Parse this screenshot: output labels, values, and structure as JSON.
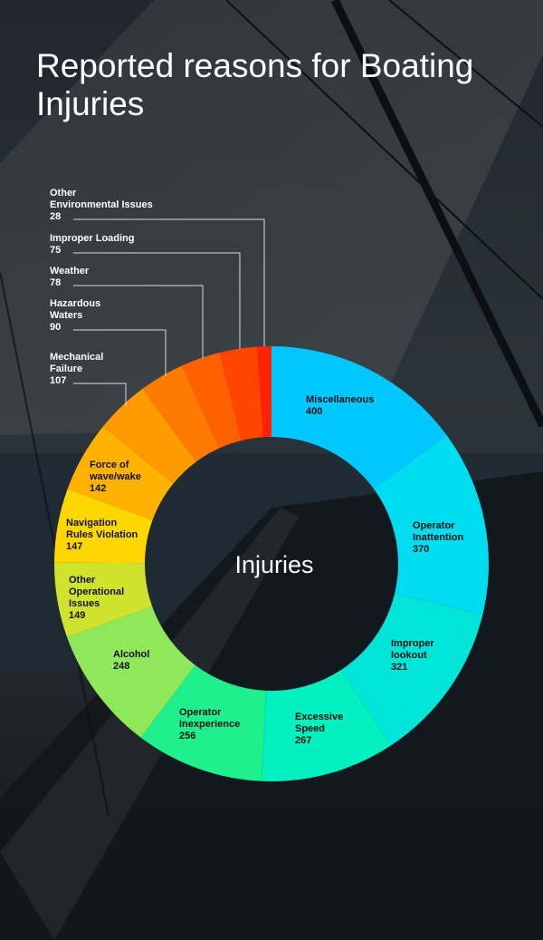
{
  "title": "Reported reasons for Boating Injuries",
  "center_label": "Injuries",
  "colors": {
    "background": "#1a2129",
    "text_on_dark": "#ffffff",
    "text_on_slice": "#111111"
  },
  "chart_data": {
    "type": "pie",
    "donut": true,
    "categories": [
      "Miscellaneous",
      "Operator Inattention",
      "Improper lookout",
      "Excessive Speed",
      "Operator Inexperience",
      "Alcohol",
      "Other Operational Issues",
      "Navigation Rules Violation",
      "Force of wave/wake",
      "Mechanical Failure",
      "Hazardous Waters",
      "Weather",
      "Improper Loading",
      "Other Environmental Issues"
    ],
    "labels": [
      [
        "Miscellaneous"
      ],
      [
        "Operator",
        "Inattention"
      ],
      [
        "Improper",
        "lookout"
      ],
      [
        "Excessive",
        "Speed"
      ],
      [
        "Operator",
        "Inexperience"
      ],
      [
        "Alcohol"
      ],
      [
        "Other",
        "Operational",
        "Issues"
      ],
      [
        "Navigation",
        "Rules Violation"
      ],
      [
        "Force of",
        "wave/wake"
      ],
      [
        "Mechanical",
        "Failure"
      ],
      [
        "Hazardous",
        "Waters"
      ],
      [
        "Weather"
      ],
      [
        "Improper Loading"
      ],
      [
        "Other",
        "Environmental Issues"
      ]
    ],
    "values": [
      400,
      370,
      321,
      267,
      256,
      248,
      149,
      147,
      142,
      107,
      90,
      78,
      75,
      28
    ],
    "colors": [
      "#00c8ff",
      "#00dcf0",
      "#00e5d8",
      "#00f0c0",
      "#1ef08e",
      "#8ee85a",
      "#cfe32e",
      "#ffd700",
      "#ffb300",
      "#ff9a00",
      "#ff7a00",
      "#ff6000",
      "#ff4500",
      "#ff2200"
    ],
    "callouts": [
      false,
      false,
      false,
      false,
      false,
      false,
      false,
      false,
      false,
      true,
      true,
      true,
      true,
      true
    ]
  }
}
